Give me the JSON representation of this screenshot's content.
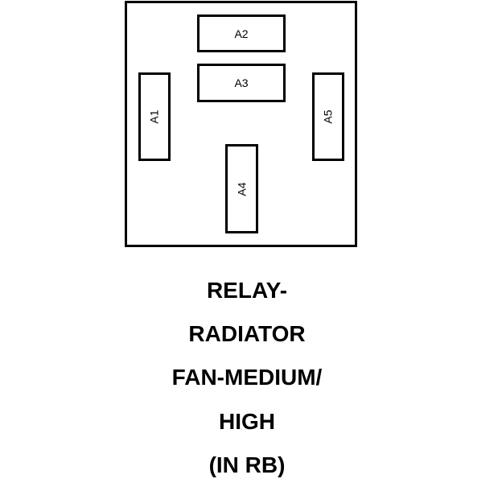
{
  "relay": {
    "pins": {
      "a1": "A1",
      "a2": "A2",
      "a3": "A3",
      "a4": "A4",
      "a5": "A5"
    }
  },
  "caption": {
    "line1": "RELAY-",
    "line2": "RADIATOR",
    "line3": "FAN-MEDIUM/",
    "line4": "HIGH",
    "line5": "(IN RB)"
  }
}
